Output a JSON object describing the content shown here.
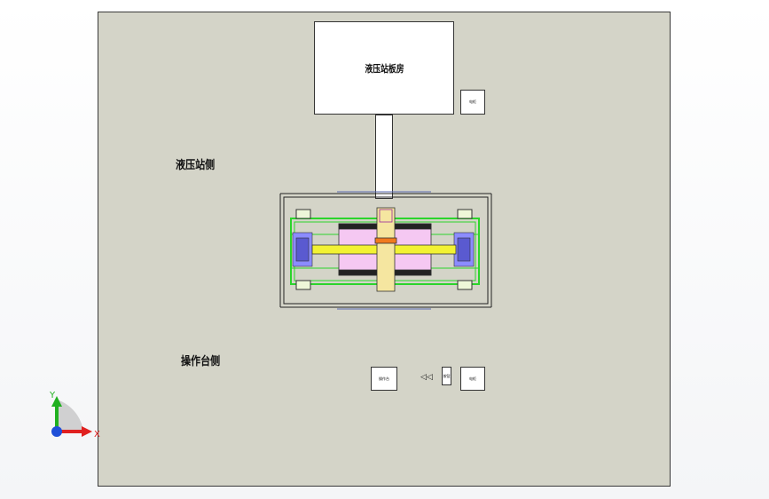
{
  "drawing": {
    "hydraulic_room_label": "液压站板房",
    "hydraulic_side_label": "液压站侧",
    "operator_side_label": "操作台侧",
    "cabinet_right_label": "电柜",
    "operator_box_label": "操作台",
    "small_box_label": "按钮",
    "right_bottom_box_label": "电柜",
    "marker_text": "◁◁"
  },
  "triad": {
    "x_label": "X",
    "y_label": "Y",
    "x_color": "#e02020",
    "y_color": "#20b020",
    "origin_color": "#1f4fd8"
  },
  "colors": {
    "sheet": "#d4d4c8",
    "frame_green": "#2bd42b",
    "roller_pink": "#f5c8f2",
    "beam_yellow": "#f2f233",
    "block_blue": "#8c8cff",
    "orange": "#f07a1e"
  }
}
